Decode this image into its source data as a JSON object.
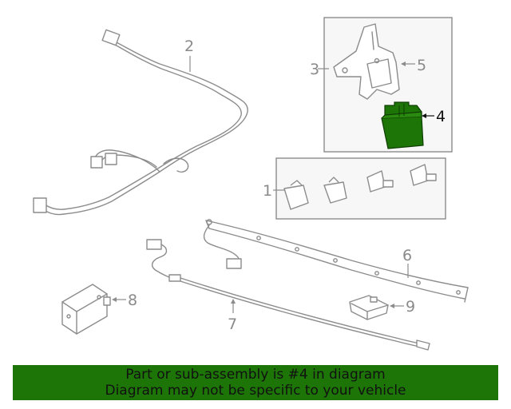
{
  "callouts": {
    "c1": "1",
    "c2": "2",
    "c3": "3",
    "c4": "4",
    "c5": "5",
    "c6": "6",
    "c7": "7",
    "c8": "8",
    "c9": "9"
  },
  "highlighted_part": "4",
  "colors": {
    "highlight": "#1d7507",
    "line": "#8c8c8c",
    "box_fill": "#f7f7f7"
  },
  "banner": {
    "line1": "Part or sub-assembly is #4 in diagram",
    "line2": "Diagram may not be specific to your vehicle"
  }
}
